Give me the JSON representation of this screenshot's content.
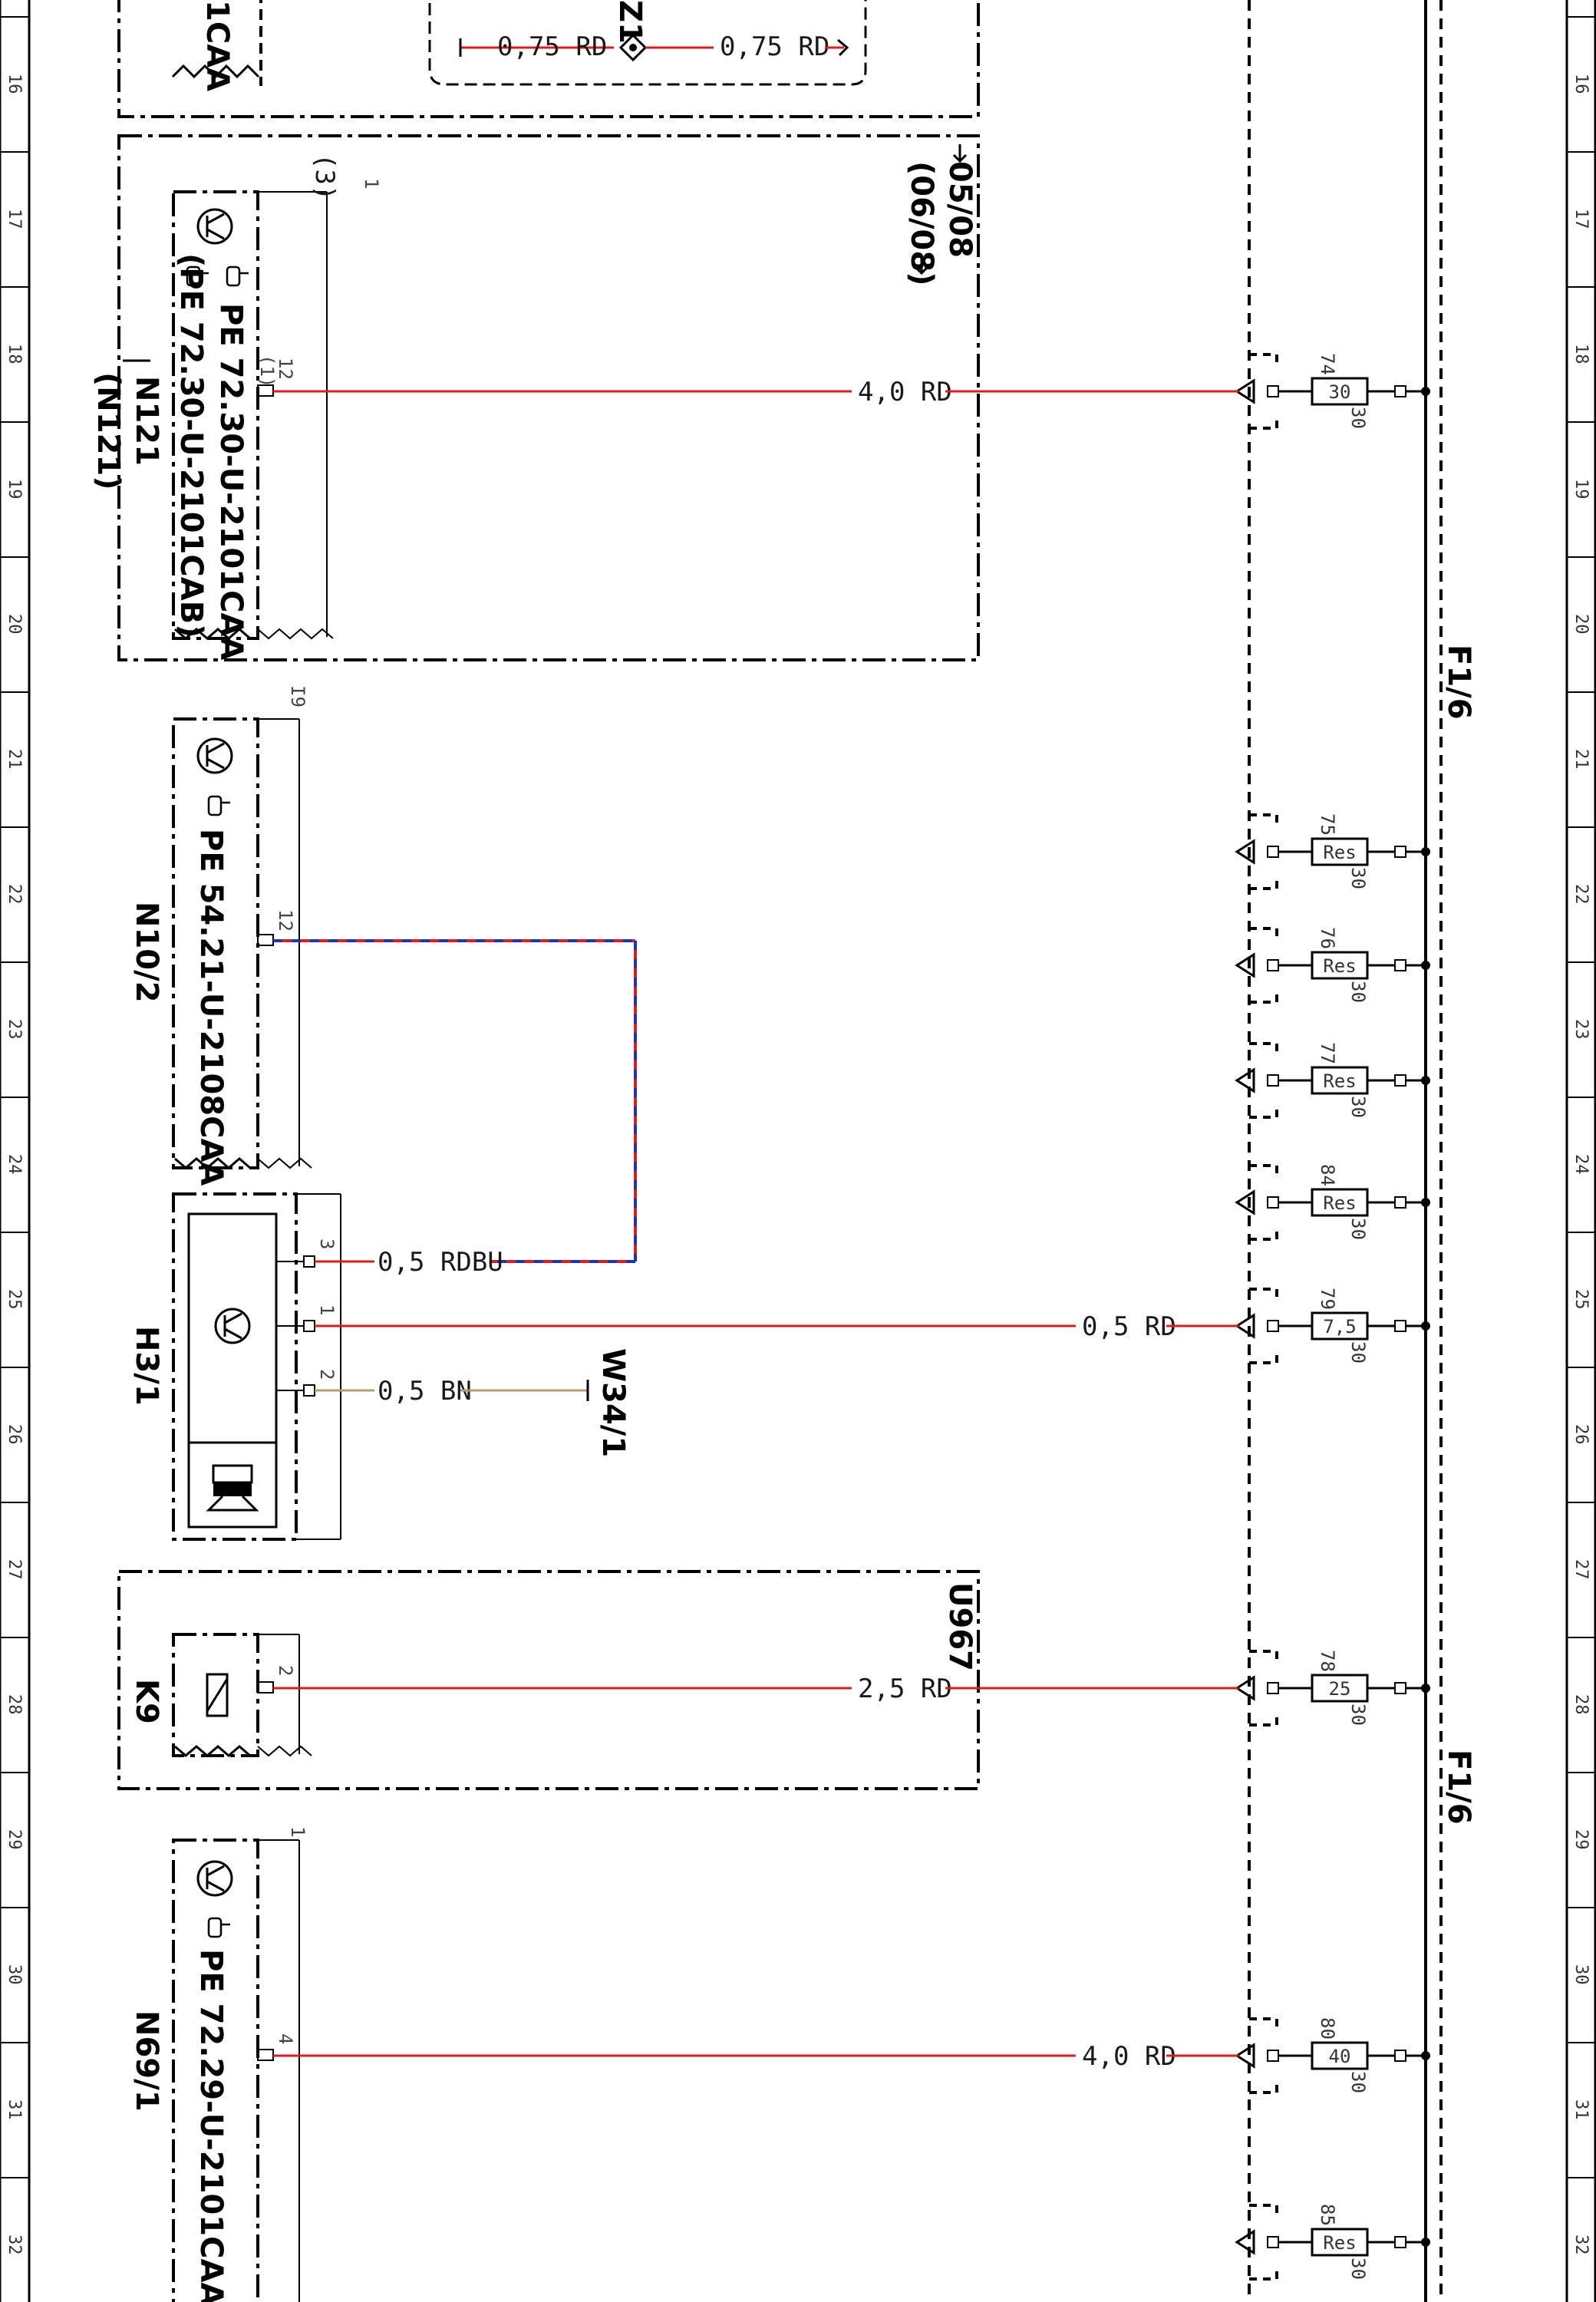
{
  "ruler_numbers": [
    "16",
    "17",
    "18",
    "19",
    "20",
    "21",
    "22",
    "23",
    "24",
    "25",
    "26",
    "27",
    "28",
    "29",
    "30",
    "31",
    "32"
  ],
  "bus": {
    "label_top": "F1/6",
    "label_bottom": "F1/6"
  },
  "top_fragment": {
    "prefix_label": "1CAA",
    "wire_left": "0,75 RD",
    "wire_right": "0,75 RD",
    "cut_label": "Z1"
  },
  "n121": {
    "name": "N121",
    "alt_name": "(N121)",
    "part_a": "PE 72.30-U-2101CAA",
    "part_b": "(PE 72.30-U-2101CAB)",
    "connector_top": "(3)",
    "connector_top_pin": "1",
    "pin": "12",
    "pin_alt": "(1)",
    "wire": "4,0 RD",
    "ref_a": "05/08",
    "ref_b": "(06/08)"
  },
  "n10_2": {
    "name": "N10/2",
    "part": "PE 54.21-U-2108CAA",
    "connector": "I9",
    "pin": "12"
  },
  "h3_1": {
    "name": "H3/1",
    "pins": [
      {
        "num": "3",
        "wire": "0,5 RDBU"
      },
      {
        "num": "1",
        "wire": "0,5 RD"
      },
      {
        "num": "2",
        "wire": "0,5 BN"
      }
    ],
    "ground": "W34/1"
  },
  "k9": {
    "name": "K9",
    "pin": "2",
    "wire": "2,5 RD",
    "group": "U967"
  },
  "n69_1": {
    "name": "N69/1",
    "part": "PE 72.29-U-2101CAA",
    "connector": "1",
    "pin": "4",
    "wire": "4,0 RD"
  },
  "fuses": [
    {
      "num": "74",
      "rating": "30",
      "out": "30"
    },
    {
      "num": "75",
      "rating": "Res",
      "out": "30"
    },
    {
      "num": "76",
      "rating": "Res",
      "out": "30"
    },
    {
      "num": "77",
      "rating": "Res",
      "out": "30"
    },
    {
      "num": "84",
      "rating": "Res",
      "out": "30"
    },
    {
      "num": "79",
      "rating": "7,5",
      "out": "30"
    },
    {
      "num": "78",
      "rating": "25",
      "out": "30"
    },
    {
      "num": "80",
      "rating": "40",
      "out": "30"
    },
    {
      "num": "85",
      "rating": "Res",
      "out": "30"
    }
  ],
  "colors": {
    "red": "#d81e1e",
    "blue": "#1f35b0",
    "brown": "#b59a72",
    "black": "#000000"
  }
}
